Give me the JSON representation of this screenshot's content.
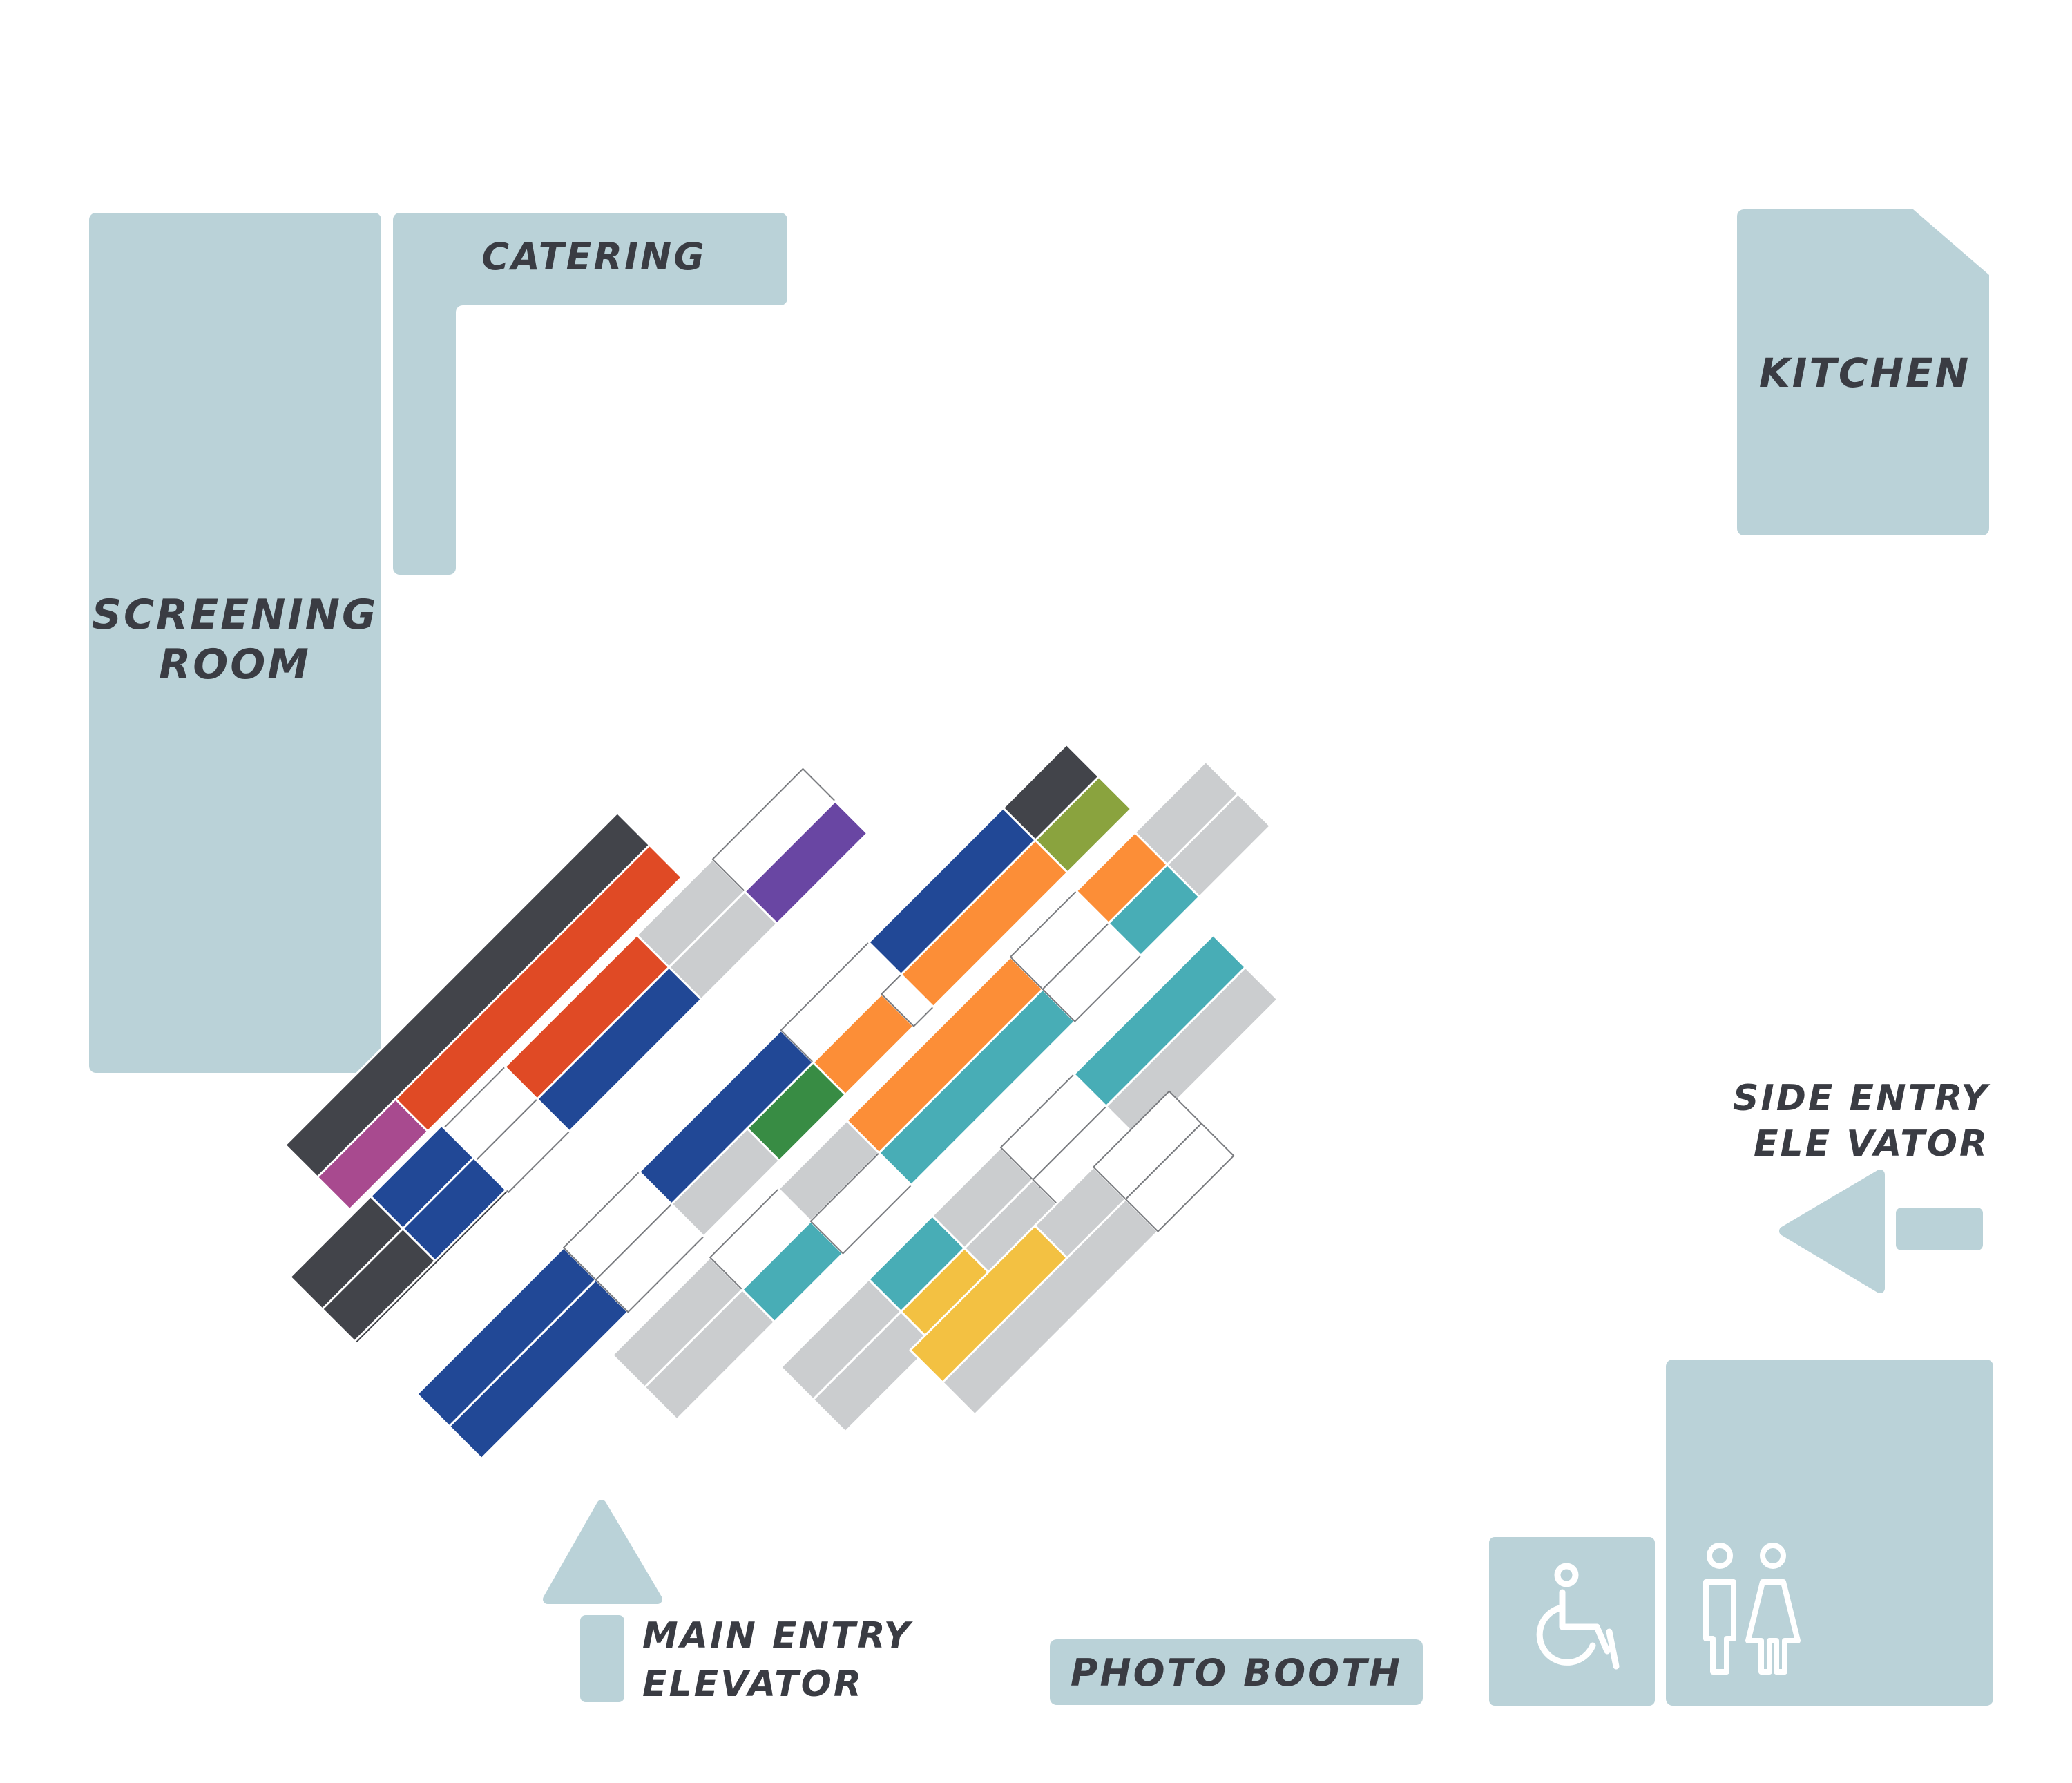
{
  "labels": {
    "screening_room": [
      "SCREENING",
      "ROOM"
    ],
    "catering": "CATERING",
    "kitchen": "KITCHEN",
    "side_entry": [
      "SIDE ENTRY",
      "ELE VATOR"
    ],
    "main_entry": [
      "MAIN ENTRY",
      "ELEVATOR"
    ],
    "photo_booth": "PHOTO BOOTH"
  },
  "icons": [
    "wheelchair-icon",
    "restroom-man-icon",
    "restroom-woman-icon",
    "up-arrow-icon",
    "left-arrow-icon"
  ],
  "colors": {
    "room": "#bad2d8",
    "dark": "#42444a",
    "red": "#e04a25",
    "magenta": "#a84a8f",
    "grey": "#cbcdcf",
    "purple": "#6946a3",
    "navy": "#214896",
    "olive": "#8aa33e",
    "orange": "#fc8e37",
    "teal": "#48adb6",
    "green": "#388c44",
    "yellow": "#f3c142",
    "open": "#ffffff"
  }
}
